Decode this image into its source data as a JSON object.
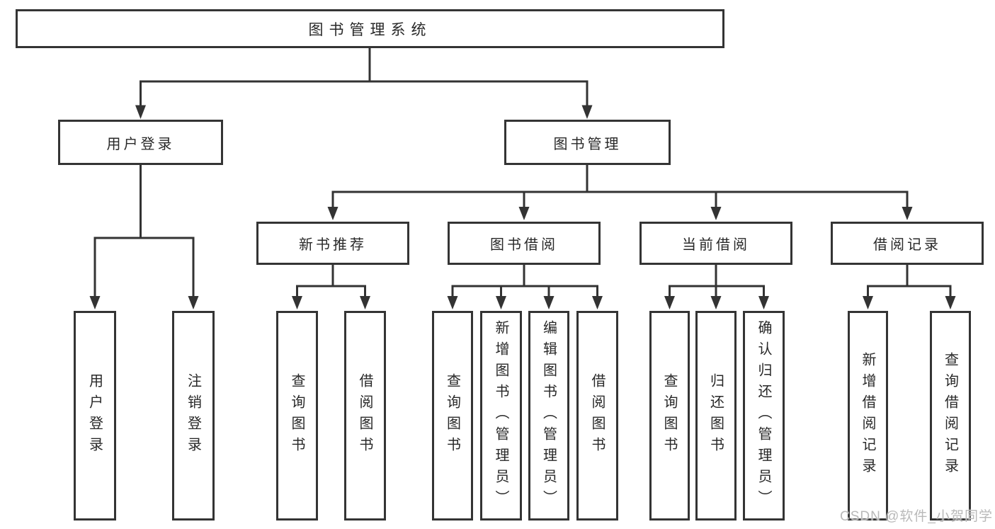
{
  "diagram": {
    "root": {
      "label": "图书管理系统"
    },
    "children": [
      {
        "label": "用户登录",
        "children": [
          {
            "label": "用户登录"
          },
          {
            "label": "注销登录"
          }
        ]
      },
      {
        "label": "图书管理",
        "children": [
          {
            "label": "新书推荐",
            "children": [
              {
                "label": "查询图书"
              },
              {
                "label": "借阅图书"
              }
            ]
          },
          {
            "label": "图书借阅",
            "children": [
              {
                "label": "查询图书"
              },
              {
                "label": "新增图书（管理员）"
              },
              {
                "label": "编辑图书（管理员）"
              },
              {
                "label": "借阅图书"
              }
            ]
          },
          {
            "label": "当前借阅",
            "children": [
              {
                "label": "查询图书"
              },
              {
                "label": "归还图书"
              },
              {
                "label": "确认归还（管理员）"
              }
            ]
          },
          {
            "label": "借阅记录",
            "children": [
              {
                "label": "新增借阅记录"
              },
              {
                "label": "查询借阅记录"
              }
            ]
          }
        ]
      }
    ]
  },
  "watermark": {
    "text": "CSDN @软件_小贺同学",
    "color": "#b9b9b9"
  },
  "colors": {
    "line": "#333333",
    "text": "#282828",
    "background": "#ffffff"
  }
}
